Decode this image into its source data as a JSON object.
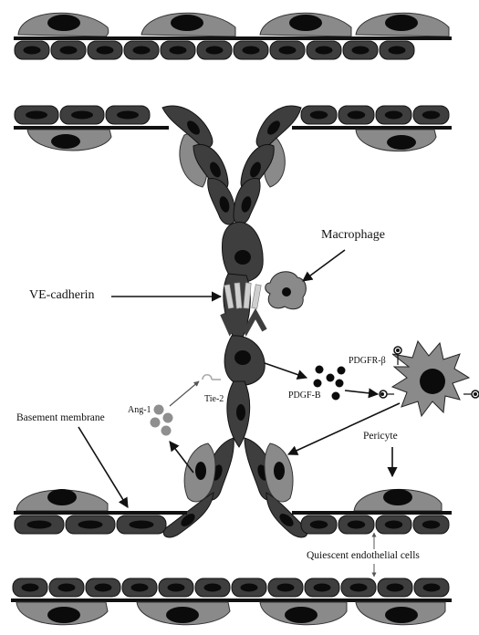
{
  "diagram": {
    "labels": {
      "macrophage": "Macrophage",
      "ve_cadherin": "VE-cadherin",
      "pdgfr_beta": "PDGFR-β",
      "basement_membrane": "Basement membrane",
      "ang1": "Ang-1",
      "tie2": "Tie-2",
      "pdgf_b": "PDGF-B",
      "pericyte": "Pericyte",
      "quiescent_endothelial_cells": "Quiescent endothelial cells"
    },
    "colors": {
      "dark_cell": "#3e3e3e",
      "light_cell": "#8a8a8a",
      "nucleus": "#0b0b0b",
      "membrane": "#111111",
      "cadherin": "#cfcfcf",
      "ang1_dot": "#8f8f8f"
    }
  }
}
